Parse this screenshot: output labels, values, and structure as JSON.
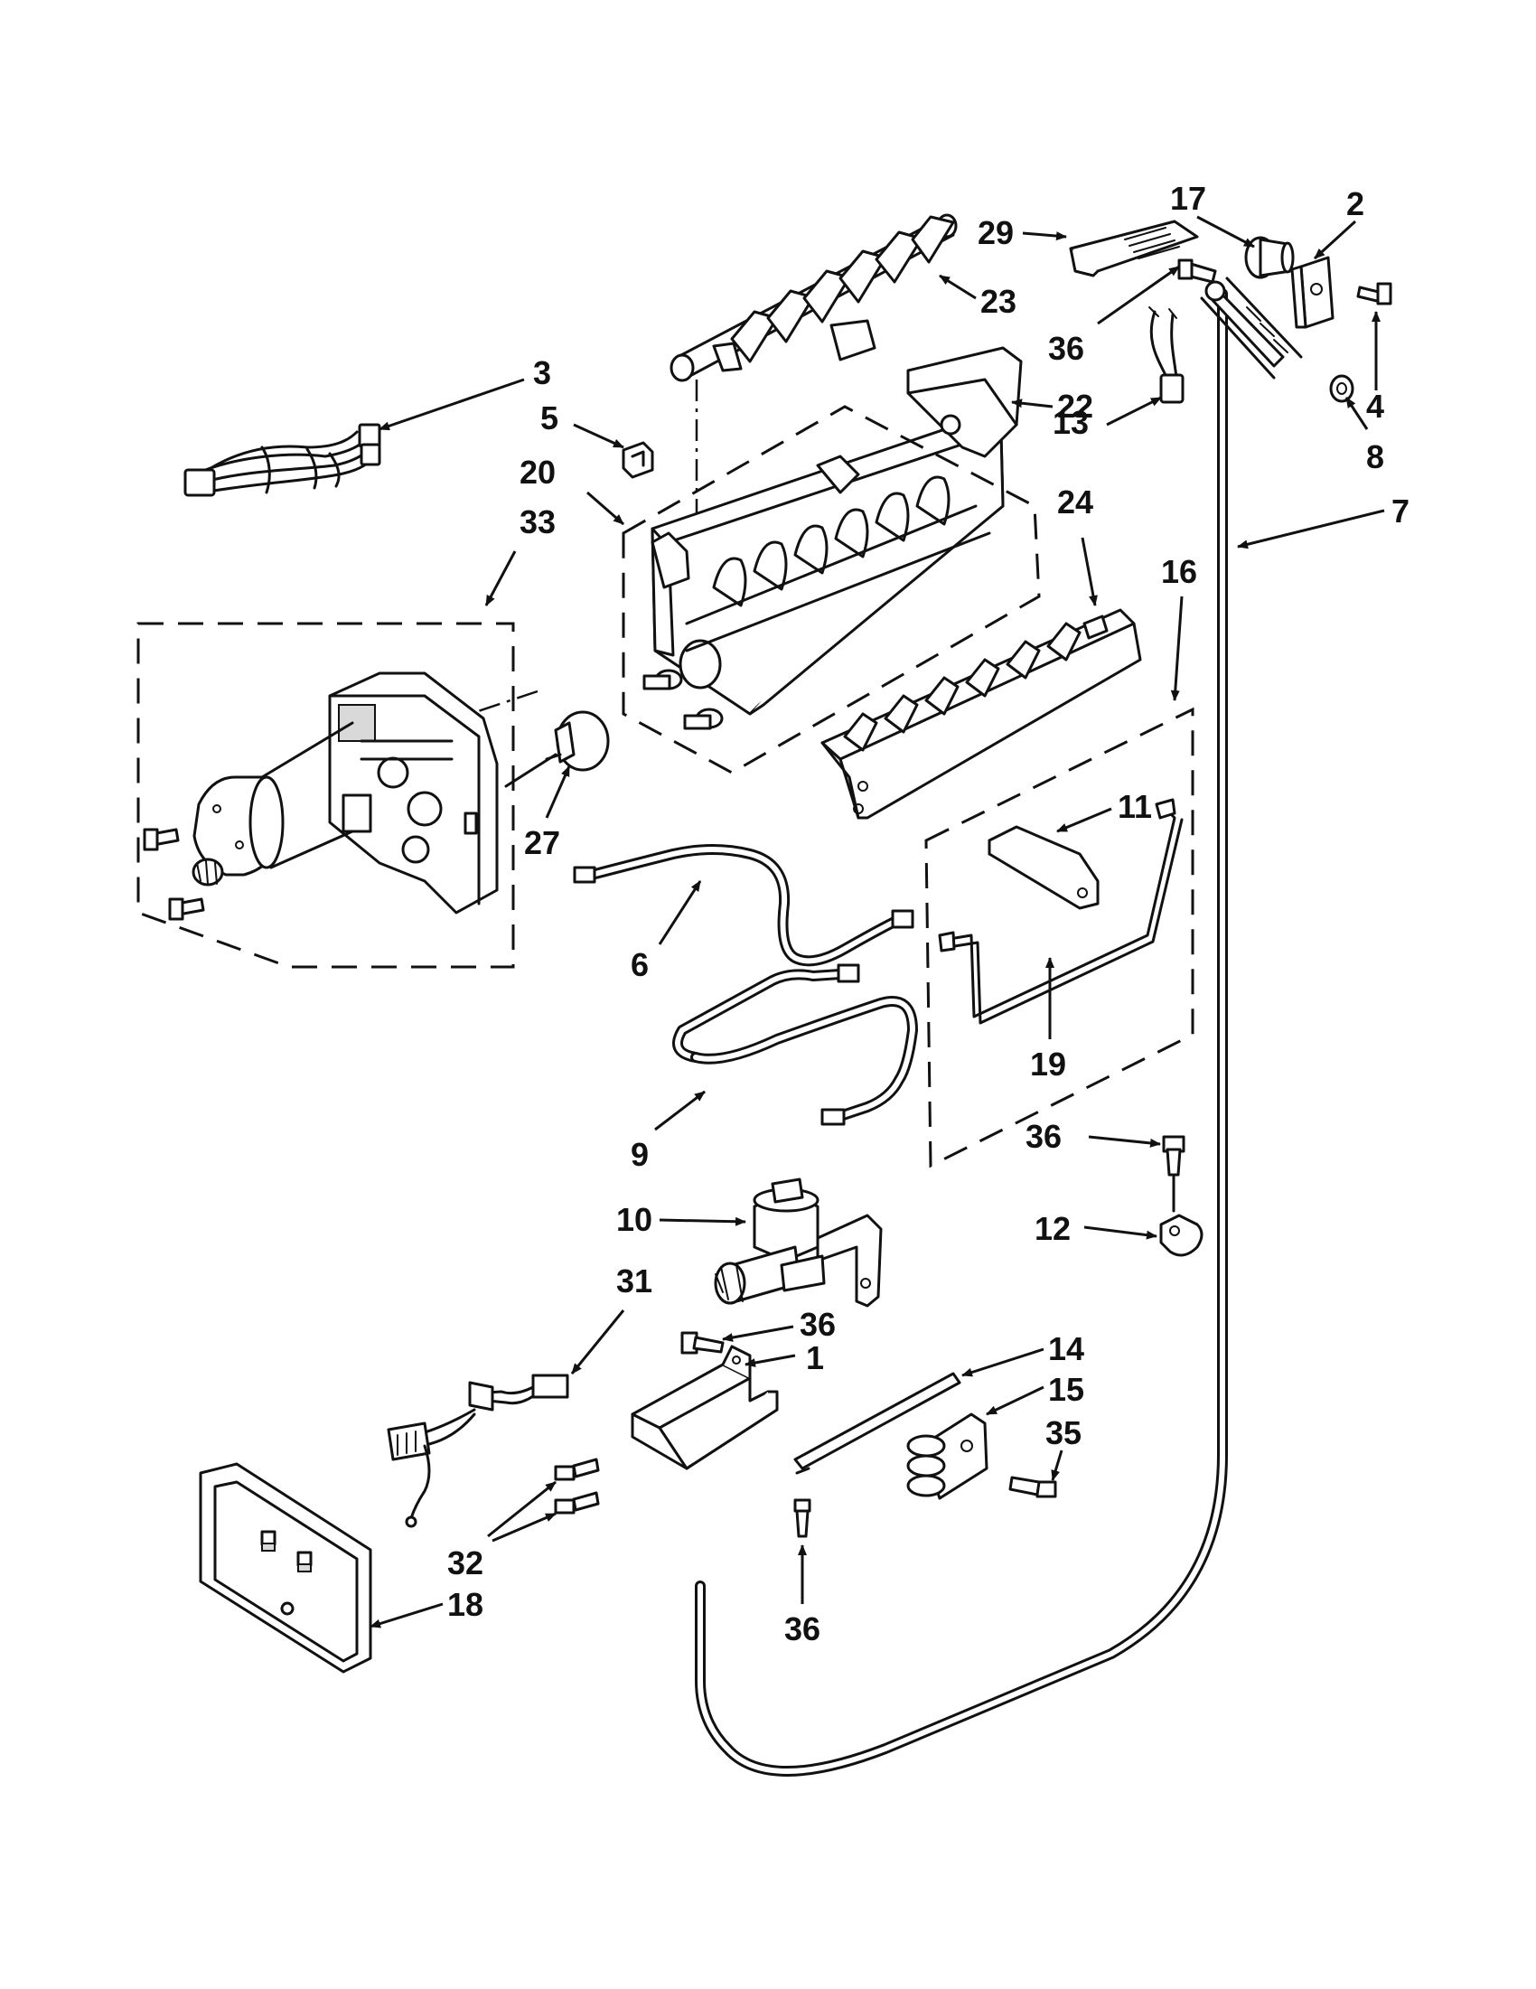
{
  "diagram": {
    "callouts": [
      "1",
      "2",
      "3",
      "4",
      "5",
      "6",
      "7",
      "8",
      "9",
      "10",
      "11",
      "12",
      "13",
      "14",
      "15",
      "16",
      "17",
      "18",
      "19",
      "20",
      "22",
      "23",
      "24",
      "27",
      "29",
      "31",
      "32",
      "33",
      "35",
      "36"
    ]
  }
}
